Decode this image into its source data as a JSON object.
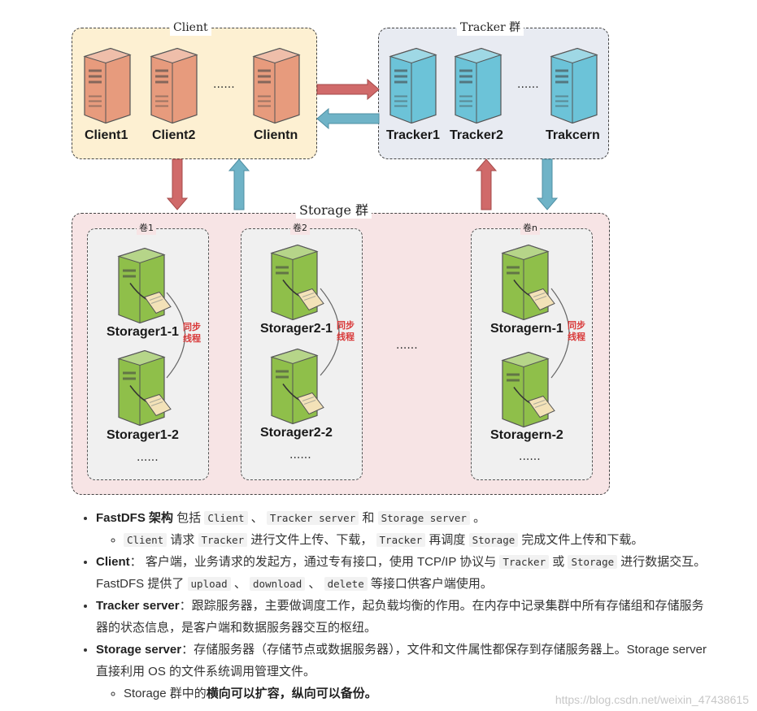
{
  "top_text": "",
  "client_group": {
    "title": "Client",
    "nodes": [
      "Client1",
      "Client2",
      "Clientn"
    ],
    "ellipsis": "......"
  },
  "tracker_group": {
    "title": "Tracker 群",
    "nodes": [
      "Tracker1",
      "Tracker2",
      "Trakcern"
    ],
    "ellipsis": "......"
  },
  "storage_group": {
    "title": "Storage 群",
    "middle_ellipsis": "......",
    "volumes": [
      {
        "title": "卷1",
        "servers": [
          "Storager1-1",
          "Storager1-2"
        ],
        "sync": [
          "同步",
          "线程"
        ],
        "ellipsis": "......"
      },
      {
        "title": "卷2",
        "servers": [
          "Storager2-1",
          "Storager2-2"
        ],
        "sync": [
          "同步",
          "线程"
        ],
        "ellipsis": "......"
      },
      {
        "title": "卷n",
        "servers": [
          "Storagern-1",
          "Storagern-2"
        ],
        "sync": [
          "同步",
          "线程"
        ],
        "ellipsis": "......"
      }
    ]
  },
  "colors": {
    "client_server": "#e8987a",
    "tracker_server": "#6cc3d8",
    "storage_server": "#8fbf4a",
    "arrow_red": "#d06a6a",
    "arrow_blue": "#6fb3c7"
  },
  "bullets": {
    "b1": {
      "bold": "FastDFS 架构",
      "t1": " 包括 ",
      "c1": "Client",
      "t2": " 、 ",
      "c2": "Tracker server",
      "t3": " 和 ",
      "c3": "Storage server",
      "t4": " 。"
    },
    "b1_sub": {
      "c1": "Client",
      "t1": " 请求 ",
      "c2": "Tracker",
      "t2": " 进行文件上传、下载， ",
      "c3": "Tracker",
      "t3": " 再调度 ",
      "c4": "Storage",
      "t4": " 完成文件上传和下载。"
    },
    "b2": {
      "bold": "Client",
      "t1": "： 客户端，业务请求的发起方，通过专有接口，使用 TCP/IP 协议与 ",
      "c1": "Tracker",
      "t2": " 或 ",
      "c2": "Storage",
      "t3": " 进行数据交互。FastDFS 提供了 ",
      "c3": "upload",
      "t4": " 、 ",
      "c4": "download",
      "t5": " 、 ",
      "c5": "delete",
      "t6": " 等接口供客户端使用。"
    },
    "b3": {
      "bold": "Tracker server",
      "t1": "：跟踪服务器，主要做调度工作，起负载均衡的作用。在内存中记录集群中所有存储组和存储服务器的状态信息，是客户端和数据服务器交互的枢纽。"
    },
    "b4": {
      "bold": "Storage server",
      "t1": "：存储服务器（存储节点或数据服务器），文件和文件属性都保存到存储服务器上。Storage server 直接利用 OS 的文件系统调用管理文件。"
    },
    "b4_sub": {
      "t1": "Storage 群中的",
      "bold": "横向可以扩容，纵向可以备份。"
    }
  },
  "watermark": "https://blog.csdn.net/weixin_47438615"
}
